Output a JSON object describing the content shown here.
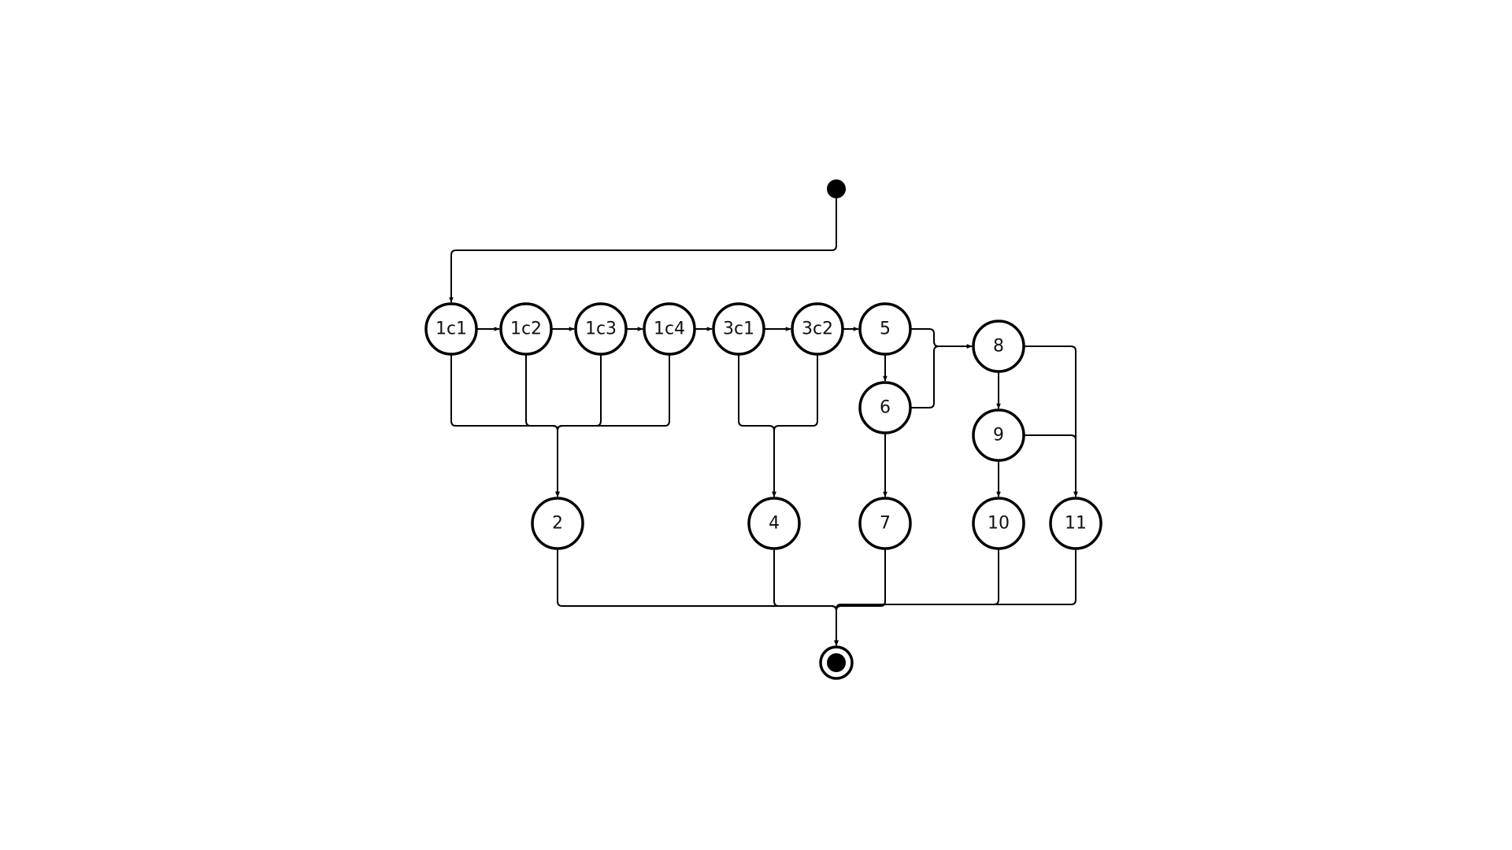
{
  "diagram": {
    "type": "activity-flow",
    "colors": {
      "stroke": "#000000",
      "fill": "#ffffff",
      "text": "#111111"
    },
    "start": {
      "id": "start",
      "kind": "initial"
    },
    "end": {
      "id": "end",
      "kind": "final"
    },
    "nodes": [
      {
        "id": "n1c1",
        "label": "1c1"
      },
      {
        "id": "n1c2",
        "label": "1c2"
      },
      {
        "id": "n1c3",
        "label": "1c3"
      },
      {
        "id": "n1c4",
        "label": "1c4"
      },
      {
        "id": "n3c1",
        "label": "3c1"
      },
      {
        "id": "n3c2",
        "label": "3c2"
      },
      {
        "id": "n5",
        "label": "5"
      },
      {
        "id": "n6",
        "label": "6"
      },
      {
        "id": "n8",
        "label": "8"
      },
      {
        "id": "n9",
        "label": "9"
      },
      {
        "id": "n2",
        "label": "2"
      },
      {
        "id": "n4",
        "label": "4"
      },
      {
        "id": "n7",
        "label": "7"
      },
      {
        "id": "n10",
        "label": "10"
      },
      {
        "id": "n11",
        "label": "11"
      }
    ],
    "edges": [
      {
        "from": "start",
        "to": "n1c1"
      },
      {
        "from": "n1c1",
        "to": "n1c2"
      },
      {
        "from": "n1c2",
        "to": "n1c3"
      },
      {
        "from": "n1c3",
        "to": "n1c4"
      },
      {
        "from": "n1c4",
        "to": "n3c1"
      },
      {
        "from": "n3c1",
        "to": "n3c2"
      },
      {
        "from": "n3c2",
        "to": "n5"
      },
      {
        "from": "n5",
        "to": "n6"
      },
      {
        "from": "n5",
        "to": "n8"
      },
      {
        "from": "n6",
        "to": "n8"
      },
      {
        "from": "n6",
        "to": "n7"
      },
      {
        "from": "n8",
        "to": "n9"
      },
      {
        "from": "n8",
        "to": "n11"
      },
      {
        "from": "n9",
        "to": "n10"
      },
      {
        "from": "n9",
        "to": "n11"
      },
      {
        "from": "n1c1",
        "to": "n2"
      },
      {
        "from": "n1c2",
        "to": "n2"
      },
      {
        "from": "n1c3",
        "to": "n2"
      },
      {
        "from": "n1c4",
        "to": "n2"
      },
      {
        "from": "n3c1",
        "to": "n4"
      },
      {
        "from": "n3c2",
        "to": "n4"
      },
      {
        "from": "n2",
        "to": "end"
      },
      {
        "from": "n4",
        "to": "end"
      },
      {
        "from": "n7",
        "to": "end"
      },
      {
        "from": "n10",
        "to": "end"
      },
      {
        "from": "n11",
        "to": "end"
      }
    ]
  }
}
